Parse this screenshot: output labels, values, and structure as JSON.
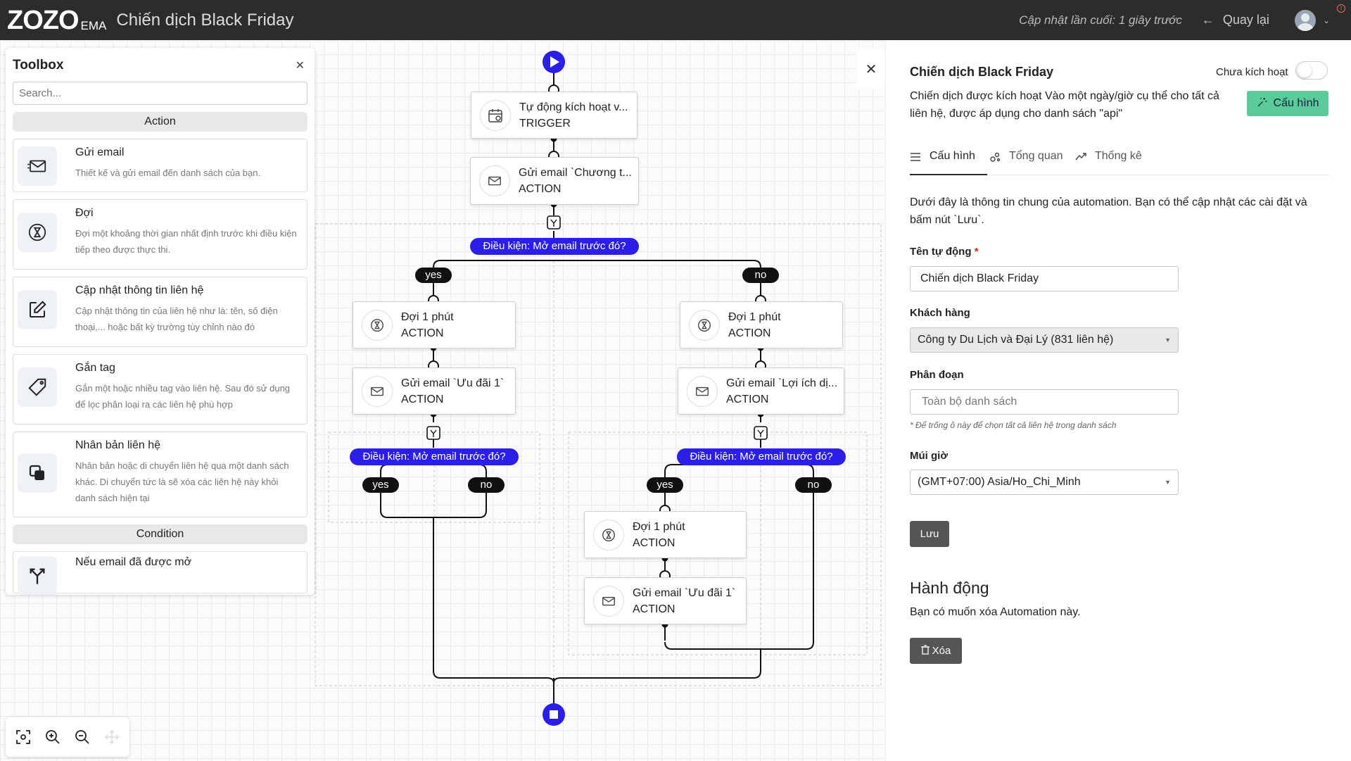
{
  "topbar": {
    "logo": "ZOZO",
    "logo_sub": "EMA",
    "title": "Chiến dịch Black Friday",
    "last_update": "Cập nhật lần cuối: 1 giây trước",
    "back_label": "Quay lại"
  },
  "toolbox": {
    "title": "Toolbox",
    "search_placeholder": "Search...",
    "action_section": "Action",
    "items": [
      {
        "title": "Gửi email",
        "desc": "Thiết kế và gửi email đến danh sách của bạn.",
        "icon": "envelope-icon"
      },
      {
        "title": "Đợi",
        "desc": "Đợi một khoảng thời gian nhất định trước khi điều kiện tiếp theo được thực thi.",
        "icon": "hourglass-icon"
      },
      {
        "title": "Cập nhật thông tin liên hệ",
        "desc": "Cập nhật thông tin của liên hệ như là: tên, số điện thoại,... hoặc bất kỳ trường tùy chỉnh nào đó",
        "icon": "edit-icon"
      },
      {
        "title": "Gắn tag",
        "desc": "Gắn một hoặc nhiều tag vào liên hệ. Sau đó sử dụng để lọc phân loại ra các liên hệ phù hợp",
        "icon": "tag-icon"
      },
      {
        "title": "Nhân bản liên hệ",
        "desc": "Nhân bản hoặc di chuyển liên hệ qua một danh sách khác. Di chuyển tức là sẽ xóa các liên hệ này khỏi danh sách hiện tại",
        "icon": "copy-icon"
      }
    ],
    "condition_section": "Condition",
    "condition_items": [
      {
        "title": "Nếu email đã được mở",
        "icon": "branch-icon"
      }
    ]
  },
  "flow": {
    "trigger": {
      "title": "Tự động kích hoạt v...",
      "type": "TRIGGER"
    },
    "send1": {
      "title": "Gửi email `Chương t...",
      "type": "ACTION"
    },
    "cond1": "Điều kiện: Mở email trước đó?",
    "yes": "yes",
    "no": "no",
    "left_wait": {
      "title": "Đợi 1 phút",
      "type": "ACTION"
    },
    "left_send": {
      "title": "Gửi email `Ưu đãi 1`",
      "type": "ACTION"
    },
    "left_cond": "Điều kiện: Mở email trước đó?",
    "right_wait": {
      "title": "Đợi 1 phút",
      "type": "ACTION"
    },
    "right_send": {
      "title": "Gửi email `Lợi ích dị...",
      "type": "ACTION"
    },
    "right_cond": "Điều kiện: Mở email trước đó?",
    "rr_wait": {
      "title": "Đợi 1 phút",
      "type": "ACTION"
    },
    "rr_send": {
      "title": "Gửi email `Ưu đãi 1`",
      "type": "ACTION"
    }
  },
  "panel": {
    "title": "Chiến dịch Black Friday",
    "status": "Chưa kích hoạt",
    "description": "Chiến dịch được kích hoạt Vào một ngày/giờ cụ thể cho tất cả liên hệ, được áp dụng cho danh sách \"api\"",
    "config_button": "Cấu hình",
    "tabs": [
      "Cấu hình",
      "Tổng quan",
      "Thống kê"
    ],
    "intro": "Dưới đây là thông tin chung của automation. Bạn có thể cập nhật các cài đặt và bấm nút `Lưu`.",
    "name_label": "Tên tự động",
    "name_value": "Chiến dịch Black Friday",
    "customer_label": "Khách hàng",
    "customer_value": "Công ty Du Lịch và Đại Lý (831 liên hệ)",
    "segment_label": "Phân đoạn",
    "segment_placeholder": "Toàn bộ danh sách",
    "segment_hint": "* Để trống ô này để chọn tất cả liên hệ trong danh sách",
    "timezone_label": "Múi giờ",
    "timezone_value": "(GMT+07:00) Asia/Ho_Chi_Minh",
    "save_label": "Lưu",
    "action_title": "Hành động",
    "action_desc": "Bạn có muốn xóa Automation này.",
    "delete_label": "Xóa"
  },
  "colors": {
    "topbar": "#2c2c2c",
    "condition_pill": "#2a1ee8",
    "config_button": "#5ccb9c",
    "start_end": "#2a1ee8"
  }
}
